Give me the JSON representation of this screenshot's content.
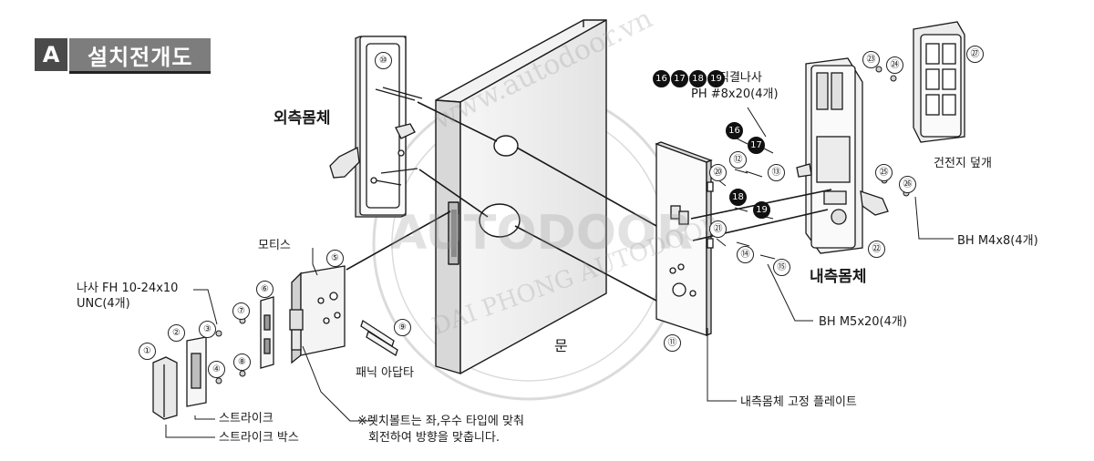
{
  "header": {
    "badge": "A",
    "title": "설치전개도"
  },
  "labels": {
    "outer_body": "외측몸체",
    "inner_body": "내측몸체",
    "door": "문",
    "mortise": "모티스",
    "screw_fh": "나사 FH 10-24x10",
    "screw_fh_unc": "UNC(4개)",
    "panic_adapter": "패닉 아답타",
    "strike": "스트라이크",
    "strike_box": "스트라이크 박스",
    "latch_note_1": "※렛치볼트는 좌,우수 타입에 맞춰",
    "latch_note_2": "회전하여 방향을 맞춥니다.",
    "self_tapping": "직결나사",
    "self_tapping_spec": "PH #8x20(4개)",
    "battery_cover": "건전지 덮개",
    "bh_m4": "BH M4x8(4개)",
    "bh_m5": "BH M5x20(4개)",
    "inner_plate": "내측몸체 고정 플레이트"
  },
  "callouts": {
    "n1": "①",
    "n2": "②",
    "n3": "③",
    "n4": "④",
    "n5": "⑤",
    "n6": "⑥",
    "n7": "⑦",
    "n8": "⑧",
    "n9": "⑨",
    "n10": "⑩",
    "n11": "⑪",
    "n12": "⑫",
    "n13": "⑬",
    "n14": "⑭",
    "n15": "⑮",
    "n16": "16",
    "n17": "17",
    "n18": "18",
    "n19": "19",
    "n20": "⑳",
    "n21": "㉑",
    "n22": "㉒",
    "n23": "㉓",
    "n24": "㉔",
    "n25": "㉕",
    "n26": "㉖",
    "n27": "㉗"
  },
  "watermark": {
    "arc_top": "www.autodoor.vn",
    "center": "AUTODOOR",
    "arc_bottom": "DAI PHONG AUTODOOR"
  }
}
